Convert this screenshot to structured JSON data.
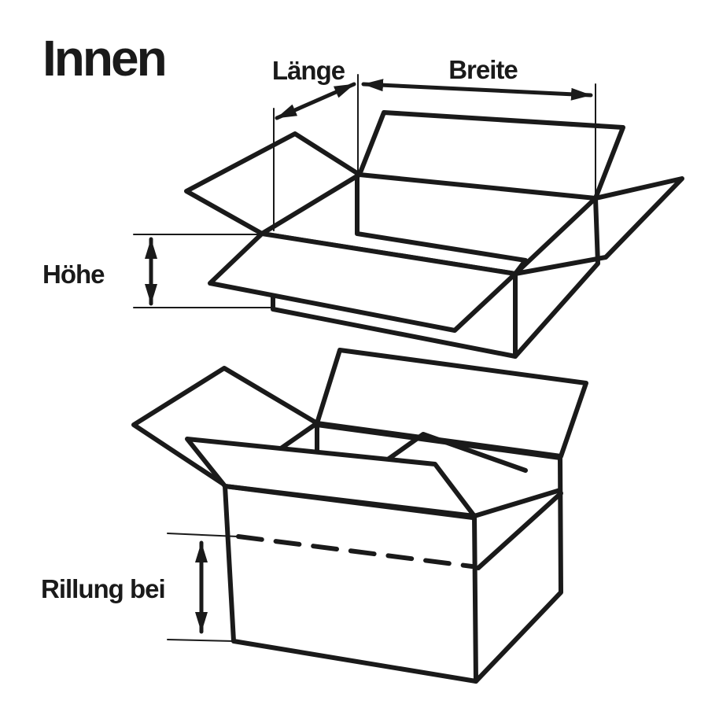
{
  "colors": {
    "ink": "#1a1a1a",
    "background": "#ffffff"
  },
  "title": {
    "label": "Innen"
  },
  "dimensions": {
    "laenge": {
      "label": "Länge"
    },
    "breite": {
      "label": "Breite"
    },
    "hoehe": {
      "label": "Höhe"
    },
    "rillung": {
      "label": "Rillung bei"
    }
  }
}
